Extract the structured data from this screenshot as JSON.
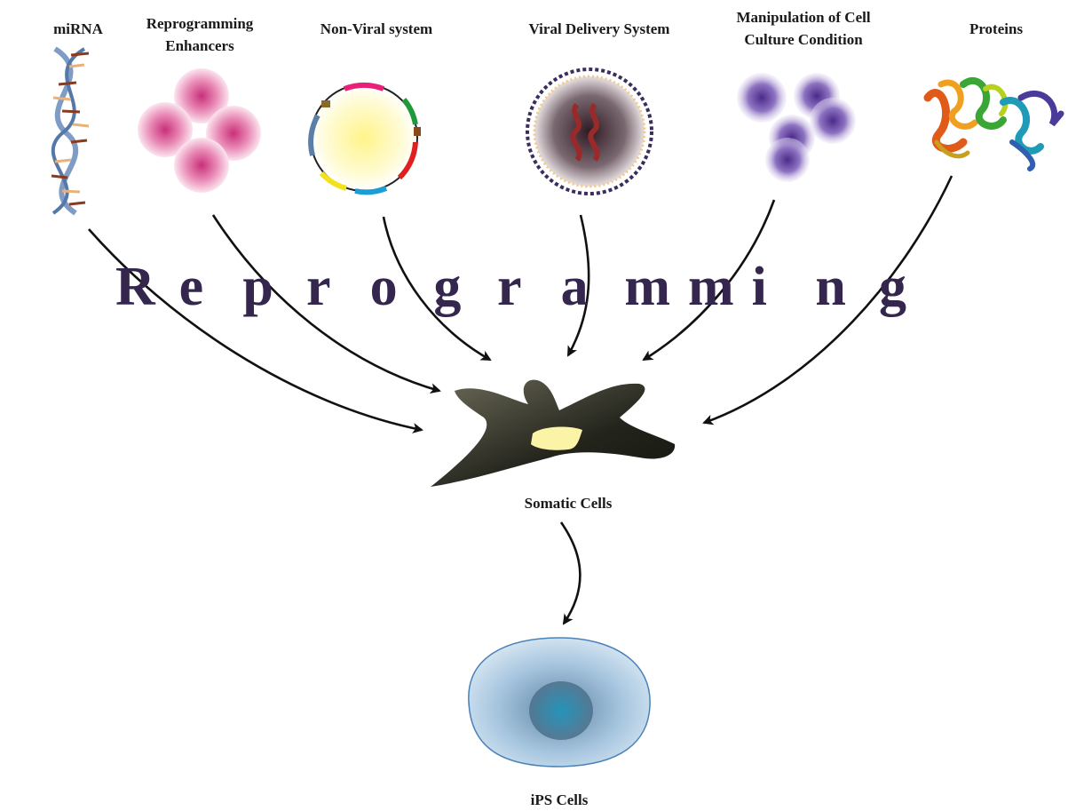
{
  "sources": [
    {
      "label_lines": [
        "miRNA"
      ],
      "icon": "dna-helix-icon"
    },
    {
      "label_lines": [
        "Reprogramming",
        "Enhancers"
      ],
      "icon": "pink-spheres-icon"
    },
    {
      "label_lines": [
        "Non-Viral system"
      ],
      "icon": "plasmid-icon"
    },
    {
      "label_lines": [
        "Viral Delivery System"
      ],
      "icon": "virus-particle-icon"
    },
    {
      "label_lines": [
        "Manipulation of Cell",
        "Culture Condition"
      ],
      "icon": "purple-spheres-icon"
    },
    {
      "label_lines": [
        "Proteins"
      ],
      "icon": "protein-ribbon-icon"
    }
  ],
  "process_word": "Reprogramming",
  "somatic_cells": {
    "label": "Somatic Cells",
    "color": "#3d3d33",
    "nucleus_color": "#fbf3a5"
  },
  "ips_cells": {
    "label": "iPS Cells",
    "color": "#8fb8d6",
    "nucleus_color": "#1f8fb0"
  },
  "colors": {
    "word": "#35264e",
    "arrow": "#111111"
  }
}
